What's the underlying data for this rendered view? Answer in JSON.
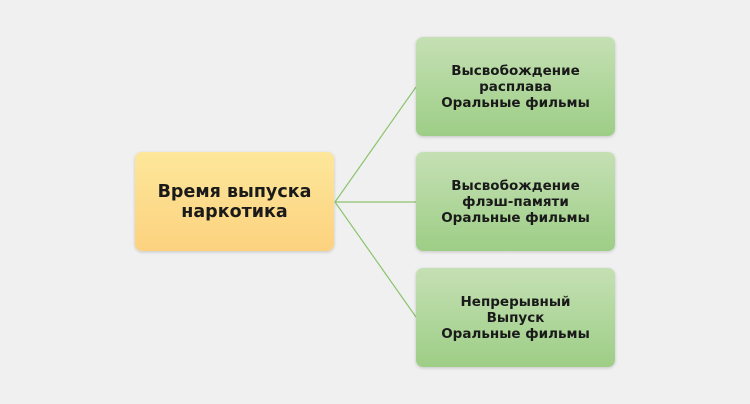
{
  "diagram": {
    "root": {
      "label": "Время выпуска\nнаркотика"
    },
    "children": [
      {
        "label": "Высвобождение\nрасплава\nОральные фильмы"
      },
      {
        "label": "Высвобождение\nфлэш-памяти\nОральные фильмы"
      },
      {
        "label": "Непрерывный\nВыпуск\nОральные фильмы"
      }
    ]
  },
  "colors": {
    "background": "#f0f0f0",
    "root_fill_top": "#fde79a",
    "root_fill_bottom": "#fcd27f",
    "child_fill_top": "#c5e0b4",
    "child_fill_bottom": "#9dce86",
    "connector": "#8cc46c",
    "text": "#1a1a1a"
  }
}
